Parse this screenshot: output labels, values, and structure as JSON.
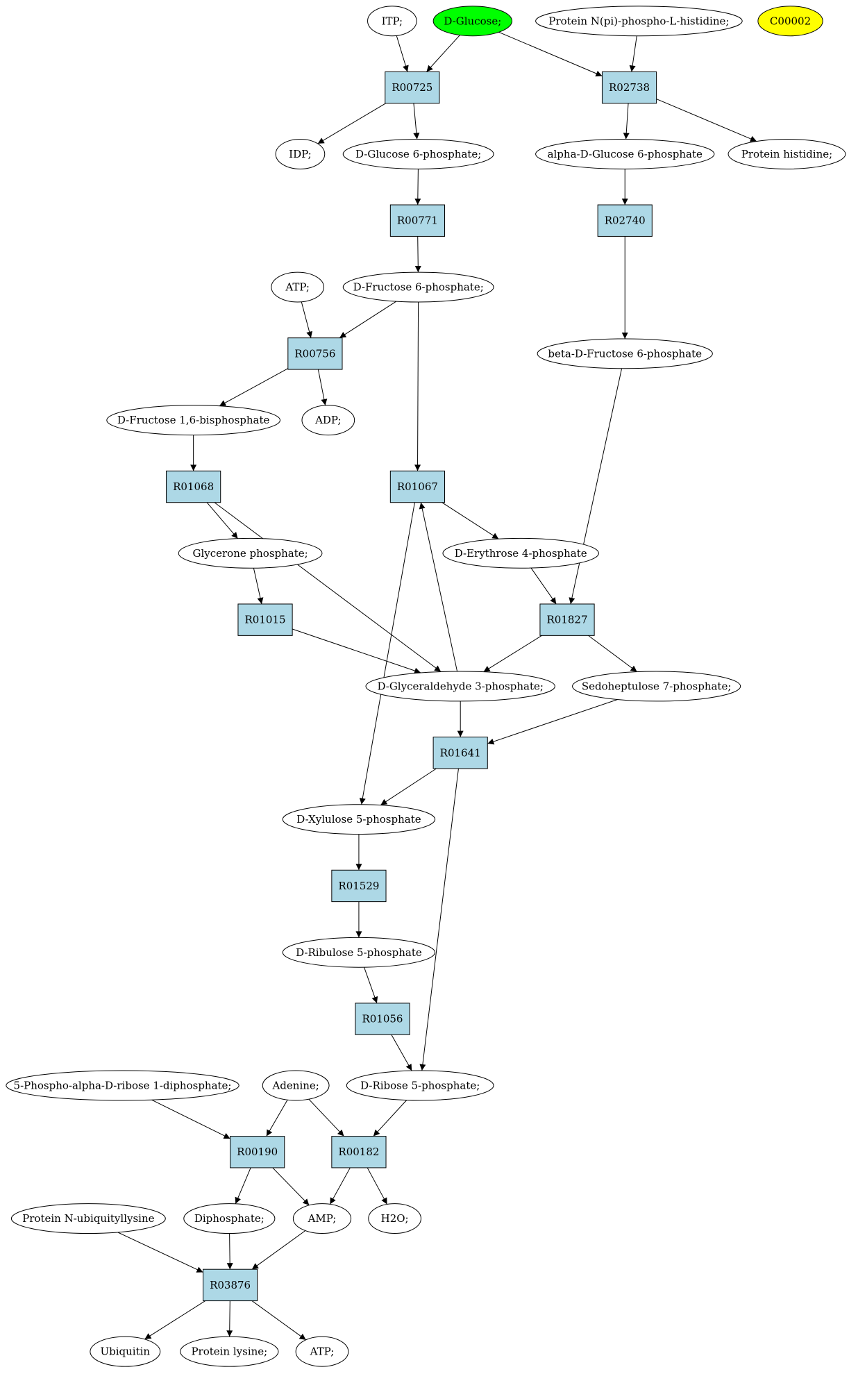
{
  "colors": {
    "reaction_fill": "#add8e6",
    "compound_fill": "#ffffff",
    "highlight_green": "#00ff00",
    "highlight_yellow": "#ffff00",
    "stroke": "#000000"
  },
  "nodes": [
    {
      "id": "itp",
      "kind": "compound",
      "label": "ITP;"
    },
    {
      "id": "glucose",
      "kind": "compound",
      "label": "D-Glucose;",
      "fill": "highlight_green"
    },
    {
      "id": "pnph",
      "kind": "compound",
      "label": "Protein N(pi)-phospho-L-histidine;"
    },
    {
      "id": "c00002",
      "kind": "compound",
      "label": "C00002",
      "fill": "highlight_yellow"
    },
    {
      "id": "r00725",
      "kind": "reaction",
      "label": "R00725"
    },
    {
      "id": "r02738",
      "kind": "reaction",
      "label": "R02738"
    },
    {
      "id": "idp",
      "kind": "compound",
      "label": "IDP;"
    },
    {
      "id": "g6p",
      "kind": "compound",
      "label": "D-Glucose 6-phosphate;"
    },
    {
      "id": "ag6p",
      "kind": "compound",
      "label": "alpha-D-Glucose 6-phosphate"
    },
    {
      "id": "phis",
      "kind": "compound",
      "label": "Protein histidine;"
    },
    {
      "id": "r00771",
      "kind": "reaction",
      "label": "R00771"
    },
    {
      "id": "r02740",
      "kind": "reaction",
      "label": "R02740"
    },
    {
      "id": "atp1",
      "kind": "compound",
      "label": "ATP;"
    },
    {
      "id": "f6p",
      "kind": "compound",
      "label": "D-Fructose 6-phosphate;"
    },
    {
      "id": "r00756",
      "kind": "reaction",
      "label": "R00756"
    },
    {
      "id": "bf6p",
      "kind": "compound",
      "label": "beta-D-Fructose 6-phosphate"
    },
    {
      "id": "fbp",
      "kind": "compound",
      "label": "D-Fructose 1,6-bisphosphate"
    },
    {
      "id": "adp",
      "kind": "compound",
      "label": "ADP;"
    },
    {
      "id": "r01068",
      "kind": "reaction",
      "label": "R01068"
    },
    {
      "id": "r01067",
      "kind": "reaction",
      "label": "R01067"
    },
    {
      "id": "gp",
      "kind": "compound",
      "label": "Glycerone phosphate;"
    },
    {
      "id": "e4p",
      "kind": "compound",
      "label": "D-Erythrose 4-phosphate"
    },
    {
      "id": "r01015",
      "kind": "reaction",
      "label": "R01015"
    },
    {
      "id": "r01827",
      "kind": "reaction",
      "label": "R01827"
    },
    {
      "id": "g3p",
      "kind": "compound",
      "label": "D-Glyceraldehyde 3-phosphate;"
    },
    {
      "id": "s7p",
      "kind": "compound",
      "label": "Sedoheptulose 7-phosphate;"
    },
    {
      "id": "r01641",
      "kind": "reaction",
      "label": "R01641"
    },
    {
      "id": "x5p",
      "kind": "compound",
      "label": "D-Xylulose 5-phosphate"
    },
    {
      "id": "r01529",
      "kind": "reaction",
      "label": "R01529"
    },
    {
      "id": "ru5p",
      "kind": "compound",
      "label": "D-Ribulose 5-phosphate"
    },
    {
      "id": "r01056",
      "kind": "reaction",
      "label": "R01056"
    },
    {
      "id": "prpp",
      "kind": "compound",
      "label": "5-Phospho-alpha-D-ribose 1-diphosphate;"
    },
    {
      "id": "adenine",
      "kind": "compound",
      "label": "Adenine;"
    },
    {
      "id": "r5p",
      "kind": "compound",
      "label": "D-Ribose 5-phosphate;"
    },
    {
      "id": "r00190",
      "kind": "reaction",
      "label": "R00190"
    },
    {
      "id": "r00182",
      "kind": "reaction",
      "label": "R00182"
    },
    {
      "id": "pnub",
      "kind": "compound",
      "label": "Protein N-ubiquityllysine"
    },
    {
      "id": "dip",
      "kind": "compound",
      "label": "Diphosphate;"
    },
    {
      "id": "amp",
      "kind": "compound",
      "label": "AMP;"
    },
    {
      "id": "h2o",
      "kind": "compound",
      "label": "H2O;"
    },
    {
      "id": "r03876",
      "kind": "reaction",
      "label": "R03876"
    },
    {
      "id": "ubiq",
      "kind": "compound",
      "label": "Ubiquitin"
    },
    {
      "id": "plys",
      "kind": "compound",
      "label": "Protein lysine;"
    },
    {
      "id": "atp2",
      "kind": "compound",
      "label": "ATP;"
    }
  ],
  "edges": [
    [
      "itp",
      "r00725"
    ],
    [
      "glucose",
      "r00725"
    ],
    [
      "glucose",
      "r02738"
    ],
    [
      "pnph",
      "r02738"
    ],
    [
      "r00725",
      "idp"
    ],
    [
      "r00725",
      "g6p"
    ],
    [
      "r02738",
      "ag6p"
    ],
    [
      "r02738",
      "phis"
    ],
    [
      "g6p",
      "r00771"
    ],
    [
      "ag6p",
      "r02740"
    ],
    [
      "r00771",
      "f6p"
    ],
    [
      "r02740",
      "bf6p"
    ],
    [
      "atp1",
      "r00756"
    ],
    [
      "f6p",
      "r00756"
    ],
    [
      "f6p",
      "r01067"
    ],
    [
      "r00756",
      "fbp"
    ],
    [
      "r00756",
      "adp"
    ],
    [
      "fbp",
      "r01068"
    ],
    [
      "bf6p",
      "r01827"
    ],
    [
      "r01068",
      "gp"
    ],
    [
      "r01068",
      "g3p"
    ],
    [
      "gp",
      "r01015"
    ],
    [
      "r01015",
      "g3p"
    ],
    [
      "r01067",
      "e4p"
    ],
    [
      "r01067",
      "x5p"
    ],
    [
      "g3p",
      "r01067"
    ],
    [
      "e4p",
      "r01827"
    ],
    [
      "r01827",
      "g3p"
    ],
    [
      "r01827",
      "s7p"
    ],
    [
      "g3p",
      "r01641"
    ],
    [
      "s7p",
      "r01641"
    ],
    [
      "r01641",
      "x5p"
    ],
    [
      "r01641",
      "r5p"
    ],
    [
      "x5p",
      "r01529"
    ],
    [
      "r01529",
      "ru5p"
    ],
    [
      "ru5p",
      "r01056"
    ],
    [
      "r01056",
      "r5p"
    ],
    [
      "prpp",
      "r00190"
    ],
    [
      "adenine",
      "r00190"
    ],
    [
      "adenine",
      "r00182"
    ],
    [
      "r5p",
      "r00182"
    ],
    [
      "r00190",
      "dip"
    ],
    [
      "r00190",
      "amp"
    ],
    [
      "r00182",
      "amp"
    ],
    [
      "r00182",
      "h2o"
    ],
    [
      "pnub",
      "r03876"
    ],
    [
      "dip",
      "r03876"
    ],
    [
      "amp",
      "r03876"
    ],
    [
      "r03876",
      "ubiq"
    ],
    [
      "r03876",
      "plys"
    ],
    [
      "r03876",
      "atp2"
    ]
  ]
}
